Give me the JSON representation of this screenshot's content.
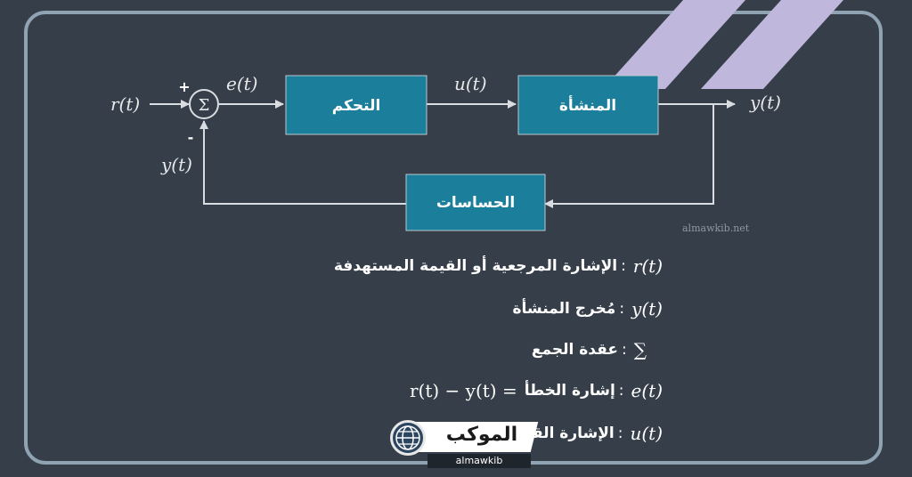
{
  "diagram": {
    "blocks": {
      "controller": "التحكم",
      "plant": "المنشأة",
      "sensors": "الحساسات"
    },
    "signals": {
      "reference": "r(t)",
      "error": "e(t)",
      "control": "u(t)",
      "output": "y(t)",
      "feedback": "y(t)"
    },
    "summing_node": {
      "symbol": "Σ",
      "plus_sign": "+",
      "minus_sign": "-"
    }
  },
  "watermark": "almawkib.net",
  "legend": [
    {
      "symbol": "r(t)",
      "text": "الإشارة المرجعية أو القيمة المستهدفة",
      "formula": ""
    },
    {
      "symbol": "y(t)",
      "text": "مُخرج المنشأة",
      "formula": ""
    },
    {
      "symbol": "∑",
      "text": "عقدة الجمع",
      "formula": ""
    },
    {
      "symbol": "e(t)",
      "text": "إشارة الخطأ",
      "formula": "r(t) − y(t) ="
    },
    {
      "symbol": "u(t)",
      "text": "الإشارة القادمة من المتحكم",
      "formula": ""
    }
  ],
  "logo": {
    "name": "الموكب",
    "subtitle": "almawkib"
  },
  "colors": {
    "background": "#363f49",
    "block_fill": "#1b7f9b",
    "frame": "#8fa3b3",
    "stripe": "#bfb7dc"
  }
}
